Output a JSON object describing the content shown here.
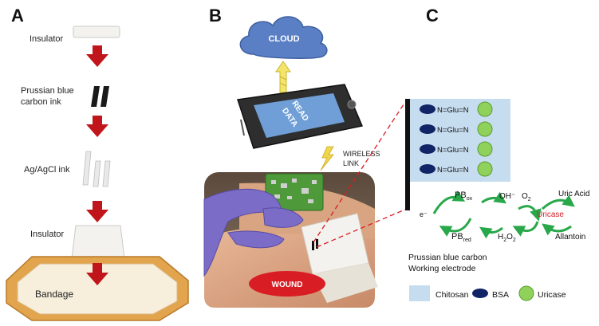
{
  "panels": {
    "a": "A",
    "b": "B",
    "c": "C"
  },
  "panel_a": {
    "insulator_top": "Insulator",
    "pb_ink_line1": "Prussian blue",
    "pb_ink_line2": "carbon ink",
    "agcl_ink": "Ag/AgCl ink",
    "insulator_bottom": "Insulator",
    "bandage": "Bandage"
  },
  "panel_b": {
    "cloud": "CLOUD",
    "phone_line1": "READ",
    "phone_line2": "DATA",
    "wireless_line1": "WIRELESS",
    "wireless_line2": "LINK",
    "wound": "WOUND"
  },
  "panel_c": {
    "chain_labels": [
      "N=Glu=N",
      "N=Glu=N",
      "N=Glu=N",
      "N=Glu=N"
    ],
    "electron": "e⁻",
    "pb_ox_main": "PB",
    "pb_ox_sub": "ox",
    "pb_red_main": "PB",
    "pb_red_sub": "red",
    "oh": "OH⁻",
    "o2_main": "O",
    "o2_sub": "2",
    "h2o2_a": "H",
    "h2o2_sub1": "2",
    "h2o2_b": "O",
    "h2o2_sub2": "2",
    "uricase_enzyme": "Uricase",
    "uric_acid": "Uric Acid",
    "allantoin": "Allantoin",
    "electrode_line1": "Prussian blue carbon",
    "electrode_line2": "Working electrode",
    "legend": {
      "chitosan": "Chitosan",
      "bsa": "BSA",
      "uricase": "Uricase"
    }
  },
  "colors": {
    "arrow_red": "#c0161b",
    "cloud_blue": "#5a7fc4",
    "chitosan_blue": "#c6dcef",
    "bsa_navy": "#112566",
    "uricase_green": "#8fd15a",
    "cycle_green": "#28a84a",
    "bandage_orange": "#e2a54d",
    "wound_red": "#d81e24",
    "phone_screen": "#6f9fd6",
    "uricase_text_red": "#d0202a"
  }
}
